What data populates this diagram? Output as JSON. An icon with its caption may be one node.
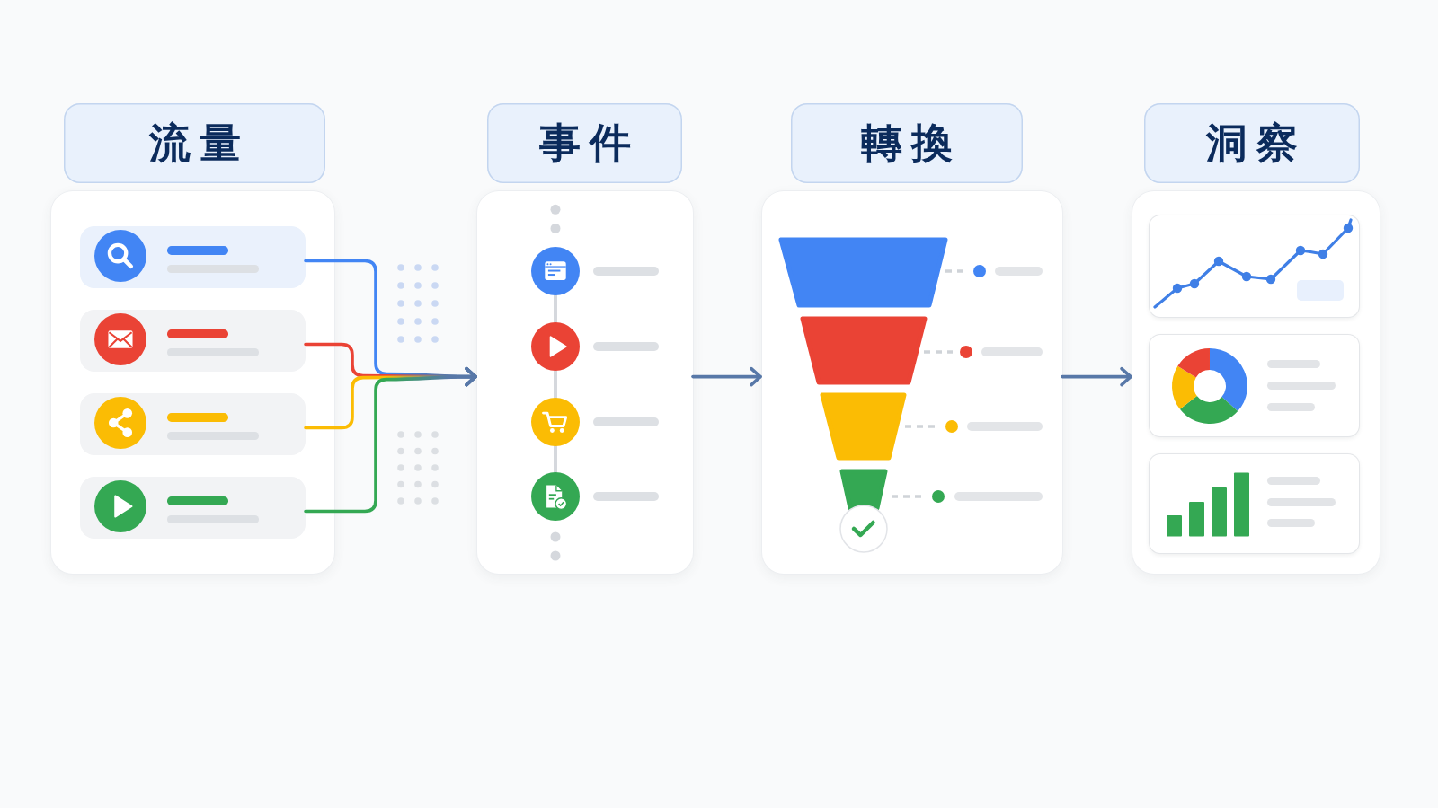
{
  "diagram": {
    "nodes": [
      {
        "text": [
          "流量"
        ]
      },
      {
        "text": [],
        "shape": "box"
      },
      {
        "text": [],
        "shape": "box",
        "in": 1
      },
      {
        "text": [],
        "shape": "box",
        "in": 1
      },
      {
        "text": [],
        "shape": "box",
        "in": 1
      },
      {
        "text": [],
        "shape": "box",
        "in": 1
      },
      {
        "text": [
          "事件"
        ]
      },
      {
        "text": [],
        "shape": "box"
      },
      {
        "text": [
          "轉換"
        ]
      },
      {
        "text": [],
        "shape": "box"
      },
      {
        "text": [
          "洞察"
        ]
      },
      {
        "text": [],
        "shape": "box"
      }
    ],
    "edges": [
      {
        "from": 2,
        "to": 7,
        "arrow": "to",
        "color": "#4285f4"
      },
      {
        "from": 3,
        "to": 7,
        "arrow": "to",
        "color": "#ea4335"
      },
      {
        "from": 4,
        "to": 7,
        "arrow": "to",
        "color": "#fbbc04"
      },
      {
        "from": 5,
        "to": 7,
        "arrow": "to",
        "color": "#34a853"
      },
      {
        "from": 7,
        "to": 9,
        "arrow": "to"
      },
      {
        "from": 9,
        "to": 11,
        "arrow": "to"
      }
    ]
  }
}
